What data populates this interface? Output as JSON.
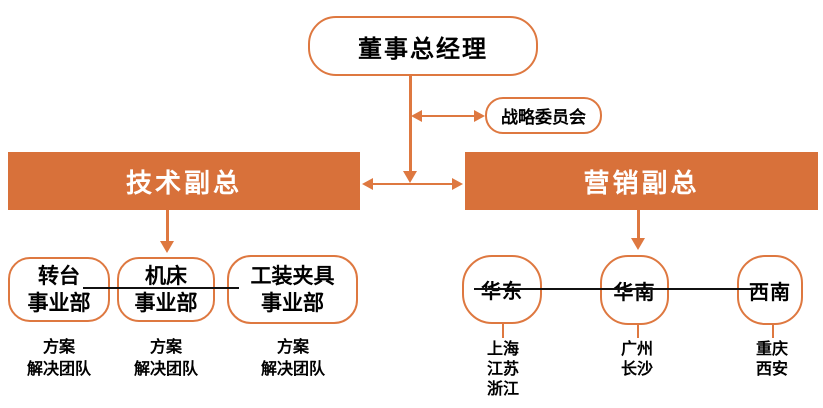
{
  "palette": {
    "orange_fill": "#D8713A",
    "orange_line": "#DE7840",
    "text_dark": "#000000",
    "text_light": "#FFFFFF",
    "connector_black": "#111111"
  },
  "nodes": {
    "root": {
      "label": "董事总经理"
    },
    "committee": {
      "label": "战略委员会"
    },
    "tech_vp": {
      "label": "技术副总"
    },
    "sales_vp": {
      "label": "营销副总"
    }
  },
  "divisions": [
    {
      "name_line1": "转台",
      "name_line2": "事业部",
      "team_line1": "方案",
      "team_line2": "解决团队"
    },
    {
      "name_line1": "机床",
      "name_line2": "事业部",
      "team_line1": "方案",
      "team_line2": "解决团队"
    },
    {
      "name_line1": "工装夹具",
      "name_line2": "事业部",
      "team_line1": "方案",
      "team_line2": "解决团队"
    }
  ],
  "regions": [
    {
      "name": "华东",
      "cities": [
        "上海",
        "江苏",
        "浙江"
      ]
    },
    {
      "name": "华南",
      "cities": [
        "广州",
        "长沙"
      ]
    },
    {
      "name": "西南",
      "cities": [
        "重庆",
        "西安"
      ]
    }
  ]
}
